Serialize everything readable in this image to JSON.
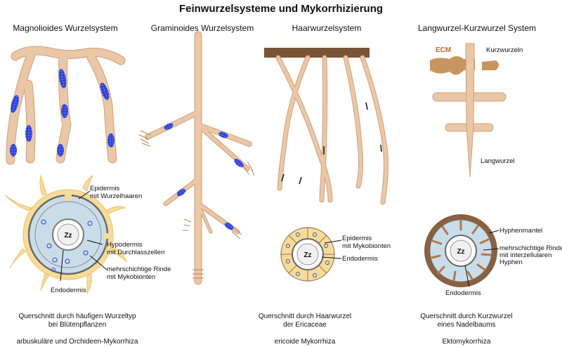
{
  "title": "Feinwurzelsysteme und Mykorrhizierung",
  "colors": {
    "root": "#eac7a6",
    "root_edge": "#cfa07c",
    "fungus": "#2f45d8",
    "hair_yellow": "#f7dc98",
    "cortex_blue": "#c9dde9",
    "dark_brown": "#7a5437",
    "ecm": "#c9955f"
  },
  "panels": [
    {
      "heading": "Magnolioides Wurzelsystem",
      "caption_lines": [
        "Querschnitt durch häufigen Wurzeltyp",
        "bei Blütenpflanzen"
      ],
      "mycorrhiza": "arbuskuläre und Orchideen-Mykorrhiza",
      "labels": {
        "epidermis": [
          "Epidermis",
          "mit Wurzelhaaren"
        ],
        "hypodermis": [
          "Hypodermis",
          "mit Durchlasszellen"
        ],
        "rinde": [
          "mehrschichtige Rinde",
          "mit Mykobionten"
        ],
        "endodermis": "Endodermis",
        "zz": "Zz"
      }
    },
    {
      "heading": "Graminoides Wurzelsystem"
    },
    {
      "heading": "Haarwurzelsystem",
      "caption_lines": [
        "Querschnitt durch Haarwurzel",
        "der Ericaceae"
      ],
      "mycorrhiza": "ericoide Mykorrhiza",
      "labels": {
        "epidermis": [
          "Epidermis",
          "mit Mykobionten"
        ],
        "endodermis": "Endodermis",
        "zz": "Zz"
      }
    },
    {
      "heading": "Langwurzel-Kurzwurzel System",
      "caption_lines": [
        "Querschnitt durch Kurzwurzel",
        "eines Nadelbaums"
      ],
      "mycorrhiza": "Ektomykorrhiza",
      "labels": {
        "ecm": "ECM",
        "kurzwurzeln": "Kurzwurzeln",
        "langwurzel": "Langwurzel",
        "hyphenmantel": "Hyphenmantel",
        "rinde": [
          "mehrschichtige Rinde",
          "mit interzellularen",
          "Hyphen"
        ],
        "endodermis": "Endodermis",
        "zz": "Zz"
      }
    }
  ]
}
